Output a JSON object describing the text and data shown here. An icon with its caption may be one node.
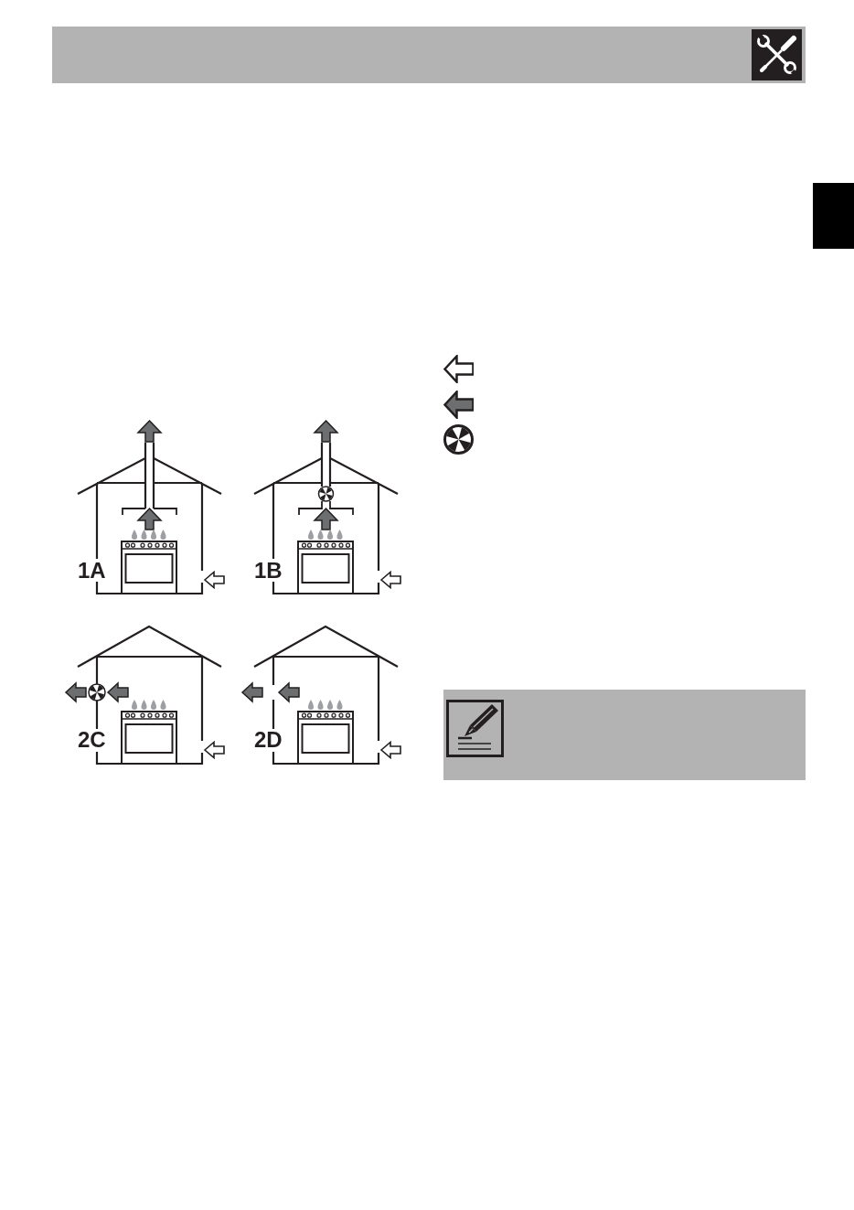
{
  "diagram": {
    "labels": [
      "1A",
      "1B",
      "2C",
      "2D"
    ]
  }
}
